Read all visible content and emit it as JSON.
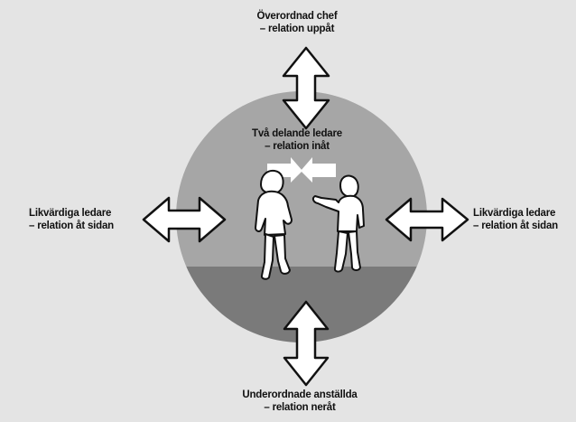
{
  "labels": {
    "top": {
      "line1": "Överordnad chef",
      "line2": "– relation uppåt"
    },
    "inner": {
      "line1": "Två delande ledare",
      "line2": "– relation inåt"
    },
    "left": {
      "line1": "Likvärdiga ledare",
      "line2": "– relation åt sidan"
    },
    "right": {
      "line1": "Likvärdiga ledare",
      "line2": "– relation åt sidan"
    },
    "bottom": {
      "line1": "Underordnade anställda",
      "line2": "– relation neråt"
    }
  },
  "colors": {
    "background": "#e4e4e4",
    "circle_upper": "#a6a6a6",
    "circle_lower": "#7a7a7a",
    "arrow_fill": "#ffffff",
    "outline": "#111111"
  }
}
